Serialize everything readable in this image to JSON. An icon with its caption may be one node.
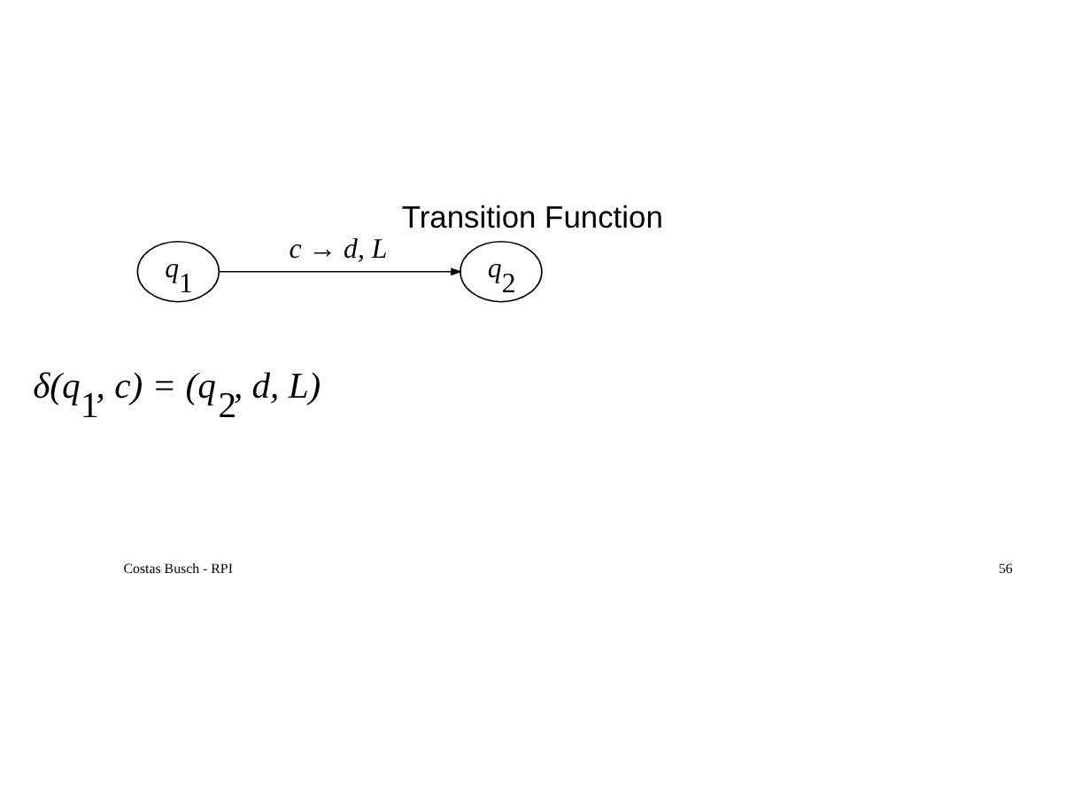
{
  "diagram": {
    "title": "Transition Function",
    "nodes": [
      {
        "text": [
          "q$_{1}$"
        ]
      },
      {
        "text": [
          "q$_{2}$"
        ]
      }
    ],
    "edges": [
      {
        "from": 0,
        "to": 1,
        "arrow": "to",
        "label": "c → d, L"
      }
    ],
    "labels": [
      "δ(q$_{1}$, c) = (q$_{2}$, d, L)",
      "Costas Busch - RPI",
      "56"
    ]
  }
}
